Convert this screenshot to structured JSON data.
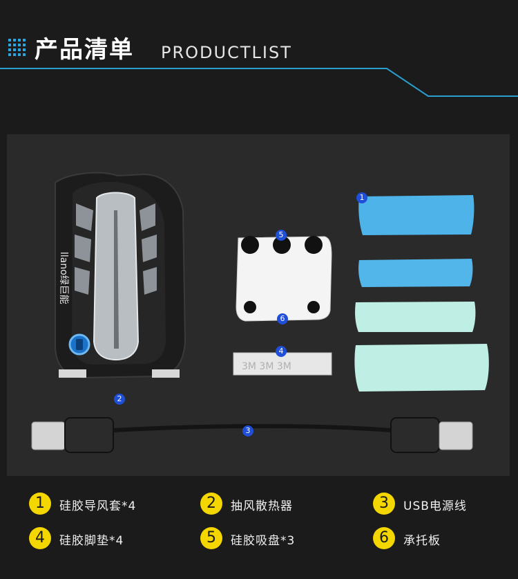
{
  "header": {
    "title_cn": "产品清单",
    "title_en": "PRODUCTLIST"
  },
  "colors": {
    "background": "#1b1b1b",
    "panel": "#2a2a2a",
    "accent_line": "#2a9fd0",
    "badge_blue": "#1f4fd8",
    "legend_yellow": "#f4d600"
  },
  "product": {
    "brand_text": "llano绿巨能"
  },
  "badges": [
    "1",
    "2",
    "3",
    "4",
    "5",
    "6"
  ],
  "legend": [
    {
      "num": "1",
      "label": "硅胶导风套*4"
    },
    {
      "num": "2",
      "label": "抽风散热器"
    },
    {
      "num": "3",
      "label": "USB电源线"
    },
    {
      "num": "4",
      "label": "硅胶脚垫*4"
    },
    {
      "num": "5",
      "label": "硅胶吸盘*3"
    },
    {
      "num": "6",
      "label": "承托板"
    }
  ]
}
